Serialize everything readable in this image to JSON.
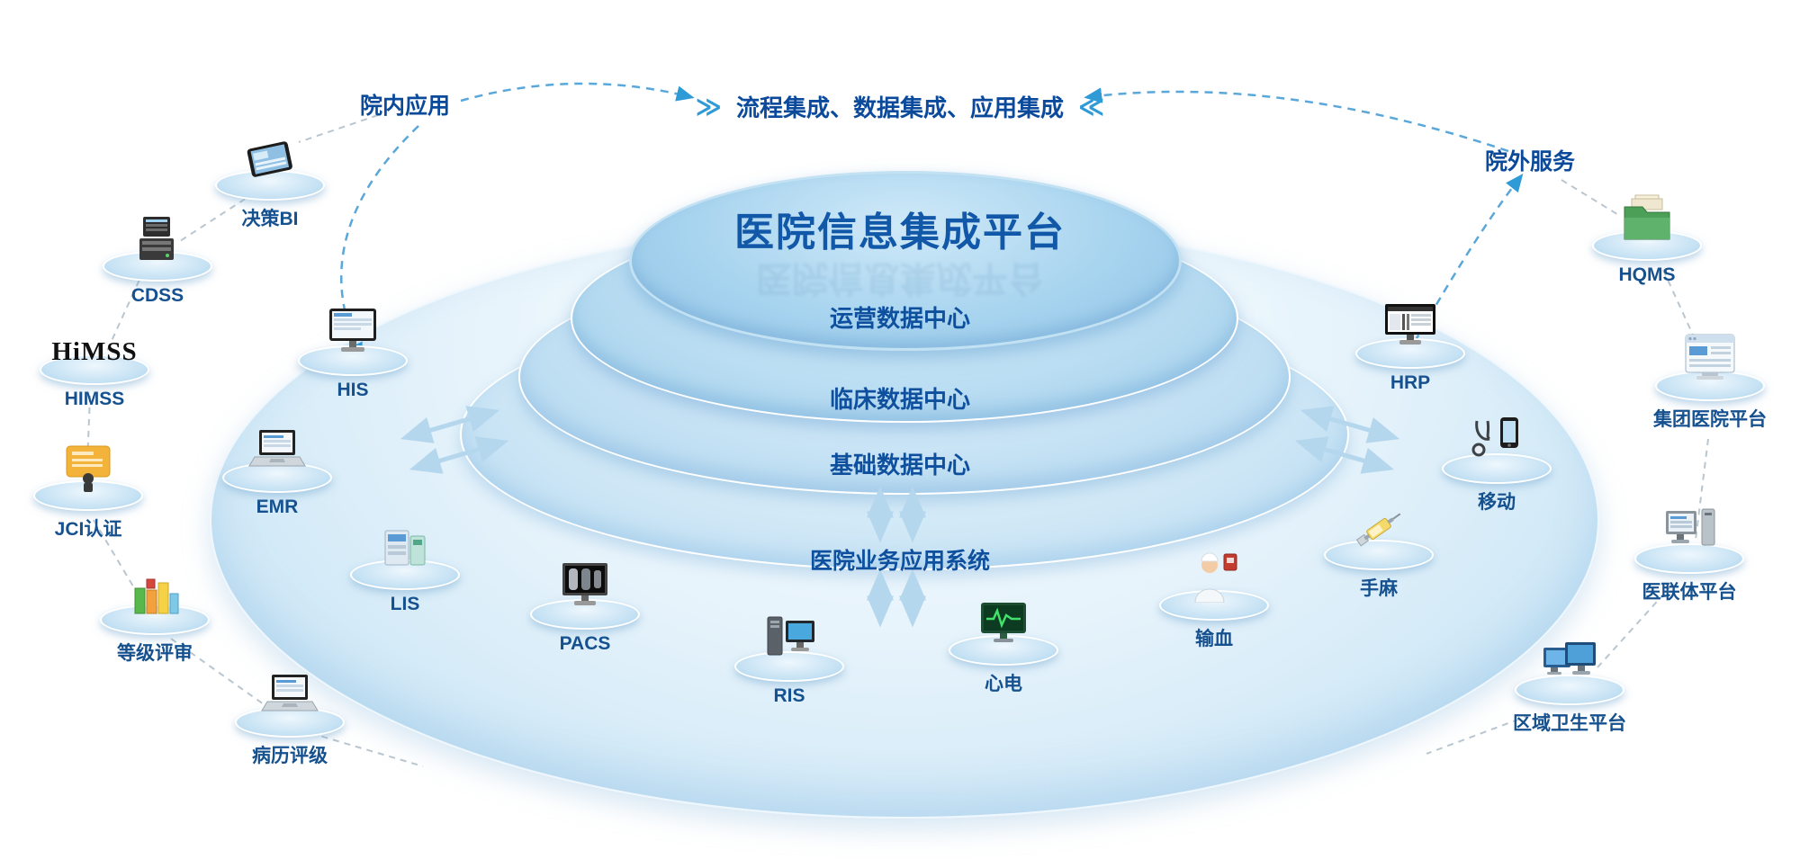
{
  "title": "医院信息集成平台",
  "banner": {
    "text": "流程集成、数据集成、应用集成",
    "left_chevron": "≫",
    "right_chevron": "≪"
  },
  "layers": {
    "operations": "运营数据中心",
    "clinical": "临床数据中心",
    "basic": "基础数据中心",
    "apps": "医院业务应用系统"
  },
  "groups": {
    "internal": "院内应用",
    "external": "院外服务"
  },
  "nodes": {
    "jc_bi": {
      "label": "决策BI",
      "icon": "tablet"
    },
    "cdss": {
      "label": "CDSS",
      "icon": "server"
    },
    "himss": {
      "label": "HIMSS",
      "logo": "HiMSS",
      "icon": "himss-logo"
    },
    "jci": {
      "label": "JCI认证",
      "icon": "certificate"
    },
    "djps": {
      "label": "等级评审",
      "icon": "bar-chart"
    },
    "blpj": {
      "label": "病历评级",
      "icon": "laptop"
    },
    "his": {
      "label": "HIS",
      "icon": "desktop-monitor"
    },
    "emr": {
      "label": "EMR",
      "icon": "laptop"
    },
    "lis": {
      "label": "LIS",
      "icon": "lab-analyzer"
    },
    "pacs": {
      "label": "PACS",
      "icon": "xray-monitor"
    },
    "ris": {
      "label": "RIS",
      "icon": "workstation"
    },
    "xd": {
      "label": "心电",
      "icon": "ecg-monitor"
    },
    "sx": {
      "label": "输血",
      "icon": "nurse-blood-bag"
    },
    "sm": {
      "label": "手麻",
      "icon": "syringe"
    },
    "yd": {
      "label": "移动",
      "icon": "phone-stethoscope"
    },
    "hrp": {
      "label": "HRP",
      "icon": "spreadsheet-monitor"
    },
    "hqms": {
      "label": "HQMS",
      "icon": "folder-files"
    },
    "jtyy": {
      "label": "集团医院平台",
      "icon": "browser-window"
    },
    "ylt": {
      "label": "医联体平台",
      "icon": "desktop-computer"
    },
    "qyws": {
      "label": "区域卫生平台",
      "icon": "dual-computers"
    }
  },
  "colors": {
    "title_blue": "#1258a8",
    "label_blue": "#15508f",
    "accent_blue": "#2e9ad6",
    "platform_blue": "#a9d2ec",
    "connector_gray": "#b9c6cf",
    "arrow_light": "#b5d7ee"
  }
}
